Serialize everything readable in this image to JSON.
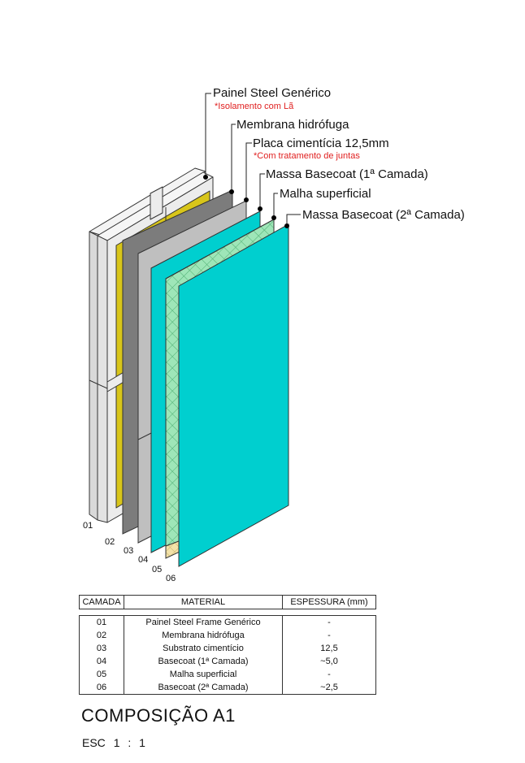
{
  "callouts": [
    {
      "title": "Painel Steel Genérico",
      "note": "*Isolamento com Lã"
    },
    {
      "title": "Membrana hidrófuga",
      "note": ""
    },
    {
      "title": "Placa cimentícia 12,5mm",
      "note": "*Com tratamento de juntas"
    },
    {
      "title": "Massa Basecoat (1ª Camada)",
      "note": ""
    },
    {
      "title": "Malha superficial",
      "note": ""
    },
    {
      "title": "Massa Basecoat (2ª Camada)",
      "note": ""
    }
  ],
  "layer_numbers": [
    "01",
    "02",
    "03",
    "04",
    "05",
    "06"
  ],
  "table": {
    "headers": [
      "CAMADA",
      "MATERIAL",
      "ESPESSURA (mm)"
    ],
    "rows": [
      [
        "01",
        "Painel Steel Frame Genérico",
        "-"
      ],
      [
        "02",
        "Membrana hidrófuga",
        "-"
      ],
      [
        "03",
        "Substrato cimentício",
        "12,5"
      ],
      [
        "04",
        "Basecoat (1ª Camada)",
        "~5,0"
      ],
      [
        "05",
        "Malha superficial",
        "-"
      ],
      [
        "06",
        "Basecoat (2ª Camada)",
        "~2,5"
      ]
    ]
  },
  "title": "COMPOSIÇÃO A1",
  "scale": {
    "label": "ESC",
    "value": "1 : 1"
  },
  "colors": {
    "frame": "#ececec",
    "insulation": "#d8c51a",
    "membrane": "#7c7c7c",
    "board": "#bfbfbf",
    "basecoat": "#00cfcf",
    "mesh": "#9ee6b8",
    "mesh_back": "#f3e2a8",
    "note": "#e02020"
  }
}
